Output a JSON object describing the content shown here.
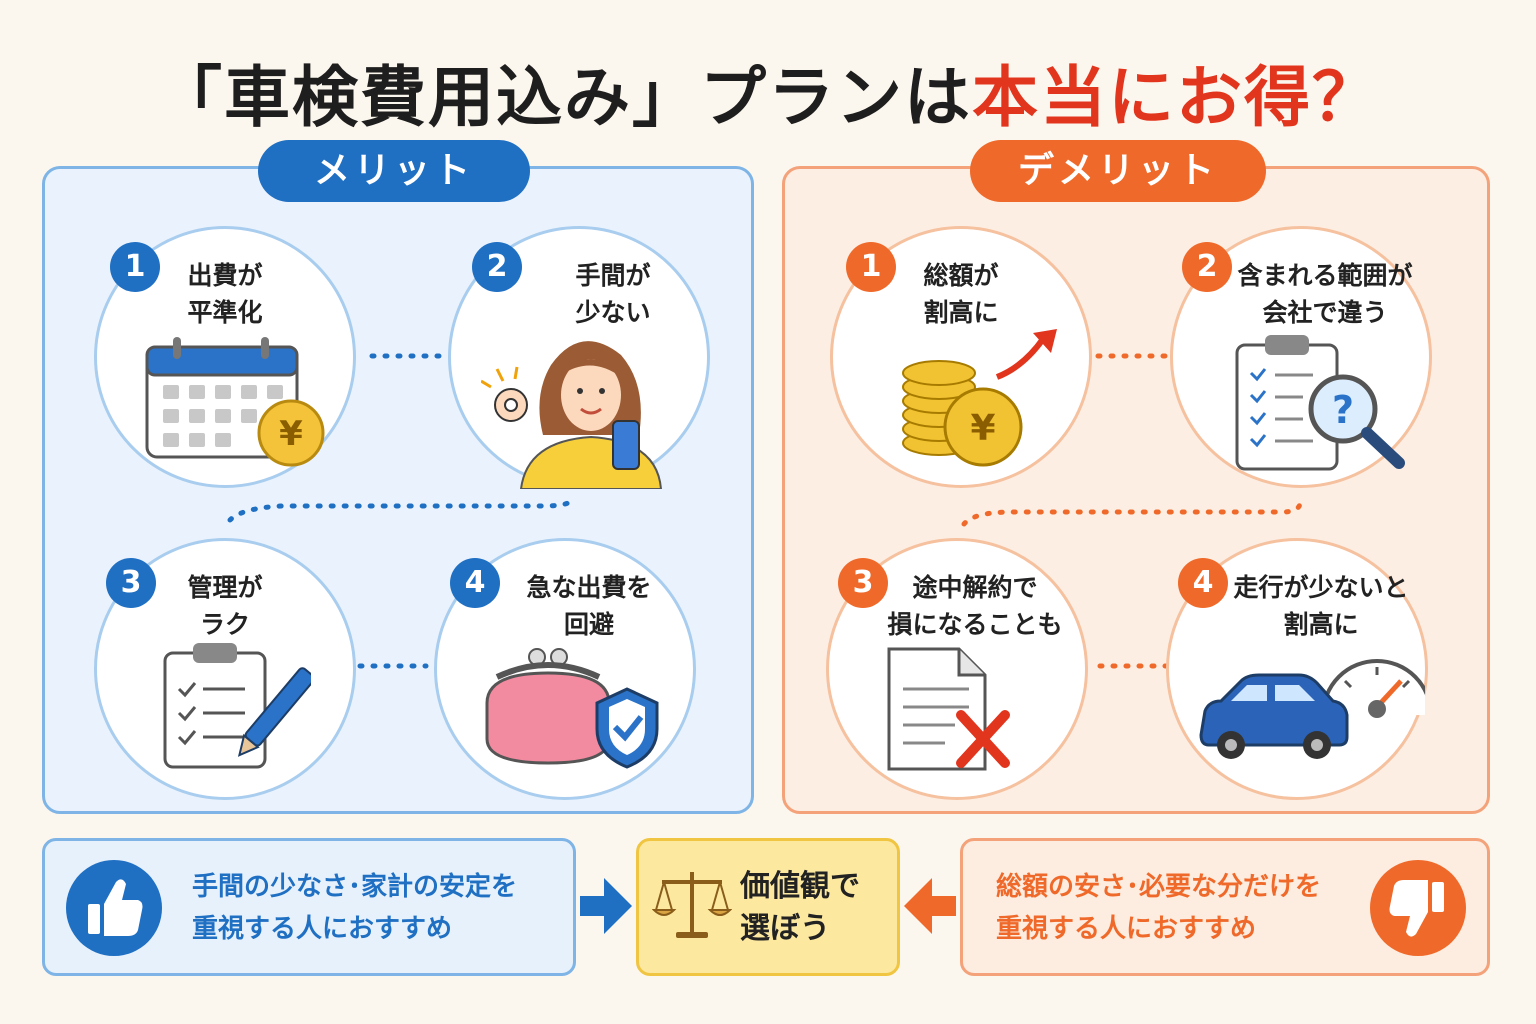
{
  "title": {
    "main": "「車検費用込み」プランは",
    "accent": "本当にお得？"
  },
  "merit": {
    "label": "メリット",
    "items": [
      {
        "num": "1",
        "text": "出費が\n平準化",
        "icon": "calendar-yen-icon"
      },
      {
        "num": "2",
        "text": "手間が\n少ない",
        "icon": "woman-ok-sign-icon"
      },
      {
        "num": "3",
        "text": "管理が\nラク",
        "icon": "clipboard-pen-icon"
      },
      {
        "num": "4",
        "text": "急な出費を\n回避",
        "icon": "purse-shield-icon"
      }
    ]
  },
  "demerit": {
    "label": "デメリット",
    "items": [
      {
        "num": "1",
        "text": "総額が\n割高に",
        "icon": "coins-arrow-up-icon"
      },
      {
        "num": "2",
        "text": "含まれる範囲が\n会社で違う",
        "icon": "clipboard-magnifier-icon"
      },
      {
        "num": "3",
        "text": "途中解約で\n損になることも",
        "icon": "document-cross-icon"
      },
      {
        "num": "4",
        "text": "走行が少ないと\n割高に",
        "icon": "car-speedometer-icon"
      }
    ]
  },
  "summary": {
    "merit_text": "手間の少なさ･家計の安定を\n重視する人におすすめ",
    "center_text": "価値観で\n選ぼう",
    "demerit_text": "総額の安さ･必要な分だけを\n重視する人におすすめ"
  },
  "colors": {
    "blue": "#1f6fc3",
    "orange": "#ef6a2a",
    "red": "#e2351e",
    "yellow": "#f0c542"
  }
}
